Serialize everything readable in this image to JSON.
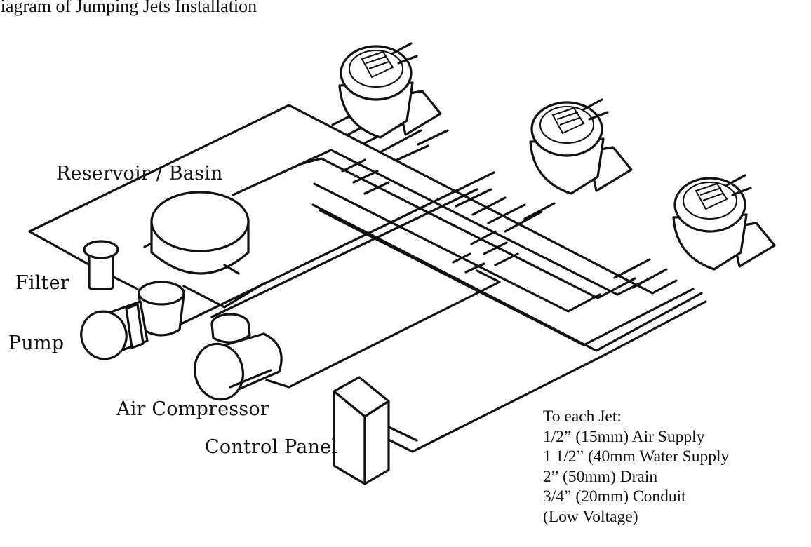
{
  "diagram": {
    "title": "Diagram of Jumping Jets Installation",
    "labels": {
      "reservoir": "Reservoir / Basin",
      "filter": "Filter",
      "pump": "Pump",
      "air_compressor": "Air Compressor",
      "control_panel": "Control Panel"
    },
    "legend": {
      "heading": "To each Jet:",
      "items": [
        "1/2” (15mm) Air Supply",
        "1 1/2” (40mm Water Supply",
        "2” (50mm) Drain",
        "3/4” (20mm) Conduit",
        "(Low Voltage)"
      ]
    }
  }
}
